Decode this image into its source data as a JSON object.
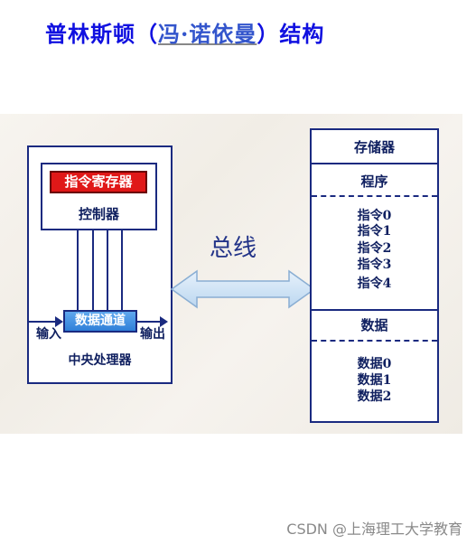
{
  "title": {
    "prefix": "普林斯顿（",
    "link_text": "冯·诺依曼",
    "suffix": "）结构"
  },
  "cpu": {
    "instruction_register": "指令寄存器",
    "controller": "控制器",
    "data_path": "数据通道",
    "input_label": "输入",
    "output_label": "输出",
    "label": "中央处理器"
  },
  "bus": {
    "label": "总线"
  },
  "memory": {
    "title": "存储器",
    "program_label": "程序",
    "instructions": [
      "指令0",
      "指令1",
      "指令2",
      "指令3",
      "指令4"
    ],
    "data_label": "数据",
    "data_items": [
      "数据0",
      "数据1",
      "数据2"
    ]
  },
  "watermark": "CSDN @上海理工大学教育",
  "colors": {
    "title": "#1010e0",
    "box_border": "#1a2a80",
    "instruction_register": "#e01818",
    "data_path": "#2f7fd8",
    "bus_arrow": "#cfe4f6"
  }
}
